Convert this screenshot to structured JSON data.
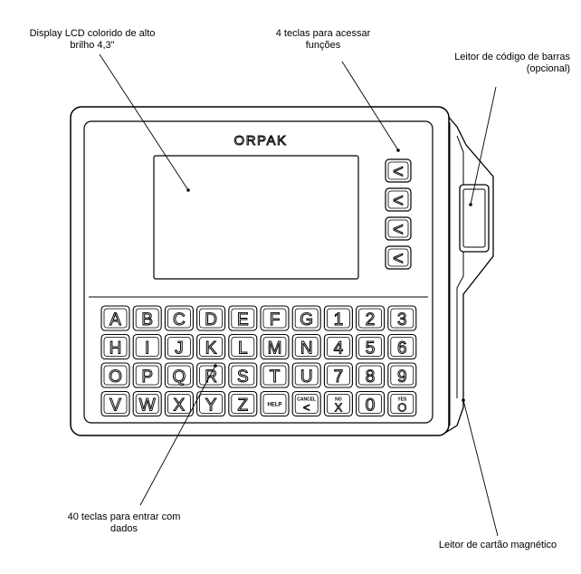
{
  "labels": {
    "display": [
      "Display LCD colorido de alto",
      "brilho 4,3\""
    ],
    "function_keys": [
      "4 teclas para acessar",
      "funções"
    ],
    "barcode": [
      "Leitor de código de barras",
      "(opcional)"
    ],
    "data_keys": [
      "40 teclas para entrar com",
      "dados"
    ],
    "magnetic": [
      "Leitor de cartão magnético"
    ]
  },
  "brand": "ORPAK",
  "function_key_glyph": "<",
  "keypad": {
    "rows": [
      [
        {
          "t": "A"
        },
        {
          "t": "B"
        },
        {
          "t": "C"
        },
        {
          "t": "D"
        },
        {
          "t": "E"
        },
        {
          "t": "F"
        },
        {
          "t": "G"
        },
        {
          "t": "1"
        },
        {
          "t": "2"
        },
        {
          "t": "3"
        }
      ],
      [
        {
          "t": "H"
        },
        {
          "t": "I"
        },
        {
          "t": "J"
        },
        {
          "t": "K"
        },
        {
          "t": "L"
        },
        {
          "t": "M"
        },
        {
          "t": "N"
        },
        {
          "t": "4"
        },
        {
          "t": "5"
        },
        {
          "t": "6"
        }
      ],
      [
        {
          "t": "O"
        },
        {
          "t": "P"
        },
        {
          "t": "Q"
        },
        {
          "t": "R"
        },
        {
          "t": "S"
        },
        {
          "t": "T"
        },
        {
          "t": "U"
        },
        {
          "t": "7"
        },
        {
          "t": "8"
        },
        {
          "t": "9"
        }
      ],
      [
        {
          "t": "V"
        },
        {
          "t": "W"
        },
        {
          "t": "X"
        },
        {
          "t": "Y"
        },
        {
          "t": "Z"
        },
        {
          "s": "HELP"
        },
        {
          "s": "CANCEL",
          "t": "<"
        },
        {
          "s": "NO",
          "t": "X"
        },
        {
          "t": "0"
        },
        {
          "s": "YES",
          "t": "O"
        }
      ]
    ]
  }
}
